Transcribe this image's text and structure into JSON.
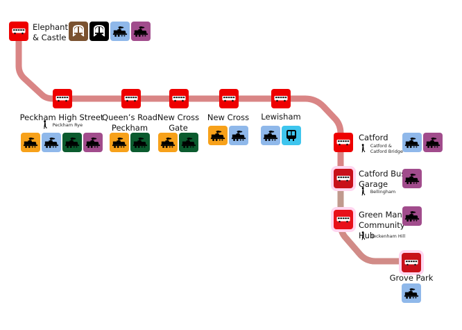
{
  "colors": {
    "route_line": "#d98585",
    "route_line_dim": "#c09a8e",
    "bus_stop": "#ee0000",
    "bus_stop_dim": "#c8101a",
    "national_rail_orange": "#f7a11a",
    "national_rail_blue": "#8fb8ea",
    "national_rail_green": "#0b5b2e",
    "national_rail_purple": "#a14c8c",
    "underground_brown": "#7a5230",
    "underground_black": "#000000",
    "dlr_cyan": "#3ec5ee"
  },
  "stops": [
    {
      "name": "Elephant & Castle",
      "name_lines": [
        "Elephant",
        "& Castle"
      ],
      "walk": null,
      "modes": [
        {
          "type": "underground",
          "icon": "tube-train-icon",
          "color": "#7a5230"
        },
        {
          "type": "underground",
          "icon": "tube-train-icon",
          "color": "#000000"
        },
        {
          "type": "rail",
          "icon": "steam-train-icon",
          "color": "#8fb8ea"
        },
        {
          "type": "rail",
          "icon": "steam-train-icon",
          "color": "#a14c8c"
        }
      ]
    },
    {
      "name": "Peckham High Street",
      "name_lines": [
        "Peckham High Street"
      ],
      "walk": "Peckham Rye",
      "modes": [
        {
          "type": "rail",
          "icon": "steam-train-icon",
          "color": "#f7a11a"
        },
        {
          "type": "rail",
          "icon": "steam-train-icon",
          "color": "#8fb8ea"
        },
        {
          "type": "rail",
          "icon": "steam-train-icon",
          "color": "#0b5b2e"
        },
        {
          "type": "rail",
          "icon": "steam-train-icon",
          "color": "#a14c8c"
        }
      ]
    },
    {
      "name": "Queen's Road Peckham",
      "name_lines": [
        "Queen’s Road",
        "Peckham"
      ],
      "walk": null,
      "modes": [
        {
          "type": "rail",
          "icon": "steam-train-icon",
          "color": "#f7a11a"
        },
        {
          "type": "rail",
          "icon": "steam-train-icon",
          "color": "#0b5b2e"
        }
      ]
    },
    {
      "name": "New Cross Gate",
      "name_lines": [
        "New Cross",
        "Gate"
      ],
      "walk": null,
      "modes": [
        {
          "type": "rail",
          "icon": "steam-train-icon",
          "color": "#f7a11a"
        },
        {
          "type": "rail",
          "icon": "steam-train-icon",
          "color": "#0b5b2e"
        }
      ]
    },
    {
      "name": "New Cross",
      "name_lines": [
        "New Cross"
      ],
      "walk": null,
      "modes": [
        {
          "type": "rail",
          "icon": "steam-train-icon",
          "color": "#f7a11a"
        },
        {
          "type": "rail",
          "icon": "steam-train-icon",
          "color": "#8fb8ea"
        }
      ]
    },
    {
      "name": "Lewisham",
      "name_lines": [
        "Lewisham"
      ],
      "walk": null,
      "modes": [
        {
          "type": "rail",
          "icon": "steam-train-icon",
          "color": "#8fb8ea"
        },
        {
          "type": "dlr",
          "icon": "dlr-train-icon",
          "color": "#3ec5ee"
        }
      ]
    },
    {
      "name": "Catford",
      "name_lines": [
        "Catford"
      ],
      "walk": "Catford & Catford Bridge",
      "walk_lines": [
        "Catford &",
        "Catford Bridge"
      ],
      "modes": [
        {
          "type": "rail",
          "icon": "steam-train-icon",
          "color": "#8fb8ea"
        },
        {
          "type": "rail",
          "icon": "steam-train-icon",
          "color": "#a14c8c"
        }
      ]
    },
    {
      "name": "Catford Bus Garage",
      "name_lines": [
        "Catford Bus",
        "Garage"
      ],
      "walk": "Bellingham",
      "modes": [
        {
          "type": "rail",
          "icon": "steam-train-icon",
          "color": "#a14c8c"
        }
      ]
    },
    {
      "name": "Green Man Community Hub",
      "name_lines": [
        "Green Man",
        "Community",
        "Hub"
      ],
      "walk": "Beckenham Hill",
      "modes": [
        {
          "type": "rail",
          "icon": "steam-train-icon",
          "color": "#a14c8c"
        }
      ]
    },
    {
      "name": "Grove Park",
      "name_lines": [
        "Grove Park"
      ],
      "walk": null,
      "modes": [
        {
          "type": "rail",
          "icon": "steam-train-icon",
          "color": "#8fb8ea"
        }
      ]
    }
  ]
}
